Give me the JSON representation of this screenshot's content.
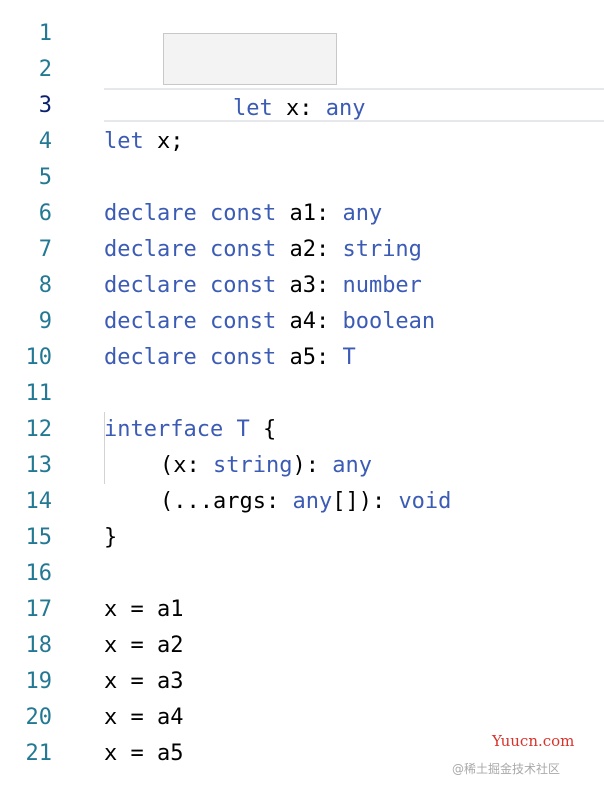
{
  "hover": {
    "keyword": "let",
    "name": "x",
    "sep": ":",
    "type": "any"
  },
  "gutter": [
    "1",
    "2",
    "3",
    "4",
    "5",
    "6",
    "7",
    "8",
    "9",
    "10",
    "11",
    "12",
    "13",
    "14",
    "15",
    "16",
    "17",
    "18",
    "19",
    "20",
    "21"
  ],
  "lines": {
    "l3": {
      "kw": "let",
      "rest": " x;"
    },
    "l5": {
      "kw1": "declare",
      "kw2": "const",
      "name": "a1",
      "sep": ":",
      "type": "any"
    },
    "l6": {
      "kw1": "declare",
      "kw2": "const",
      "name": "a2",
      "sep": ":",
      "type": "string"
    },
    "l7": {
      "kw1": "declare",
      "kw2": "const",
      "name": "a3",
      "sep": ":",
      "type": "number"
    },
    "l8": {
      "kw1": "declare",
      "kw2": "const",
      "name": "a4",
      "sep": ":",
      "type": "boolean"
    },
    "l9": {
      "kw1": "declare",
      "kw2": "const",
      "name": "a5",
      "sep": ":",
      "type": "T"
    },
    "l11": {
      "kw": "interface",
      "name": "T",
      "brace": "{"
    },
    "l12": {
      "p1": "(x: ",
      "t1": "string",
      "p2": "): ",
      "t2": "any"
    },
    "l13": {
      "p1": "(...args: ",
      "t1": "any",
      "p2": "[]): ",
      "t2": "void"
    },
    "l14": {
      "text": "}"
    },
    "l16": {
      "text": "x = a1"
    },
    "l17": {
      "text": "x = a2"
    },
    "l18": {
      "text": "x = a3"
    },
    "l19": {
      "text": "x = a4"
    },
    "l20": {
      "text": "x = a5"
    }
  },
  "watermark": {
    "site": "Yuucn.com",
    "credit": "@稀土掘金技术社区"
  },
  "colors": {
    "keyword": "#3b5bb5",
    "line_number": "#237893",
    "active_line_number": "#0b216f",
    "watermark": "#d9322b"
  }
}
